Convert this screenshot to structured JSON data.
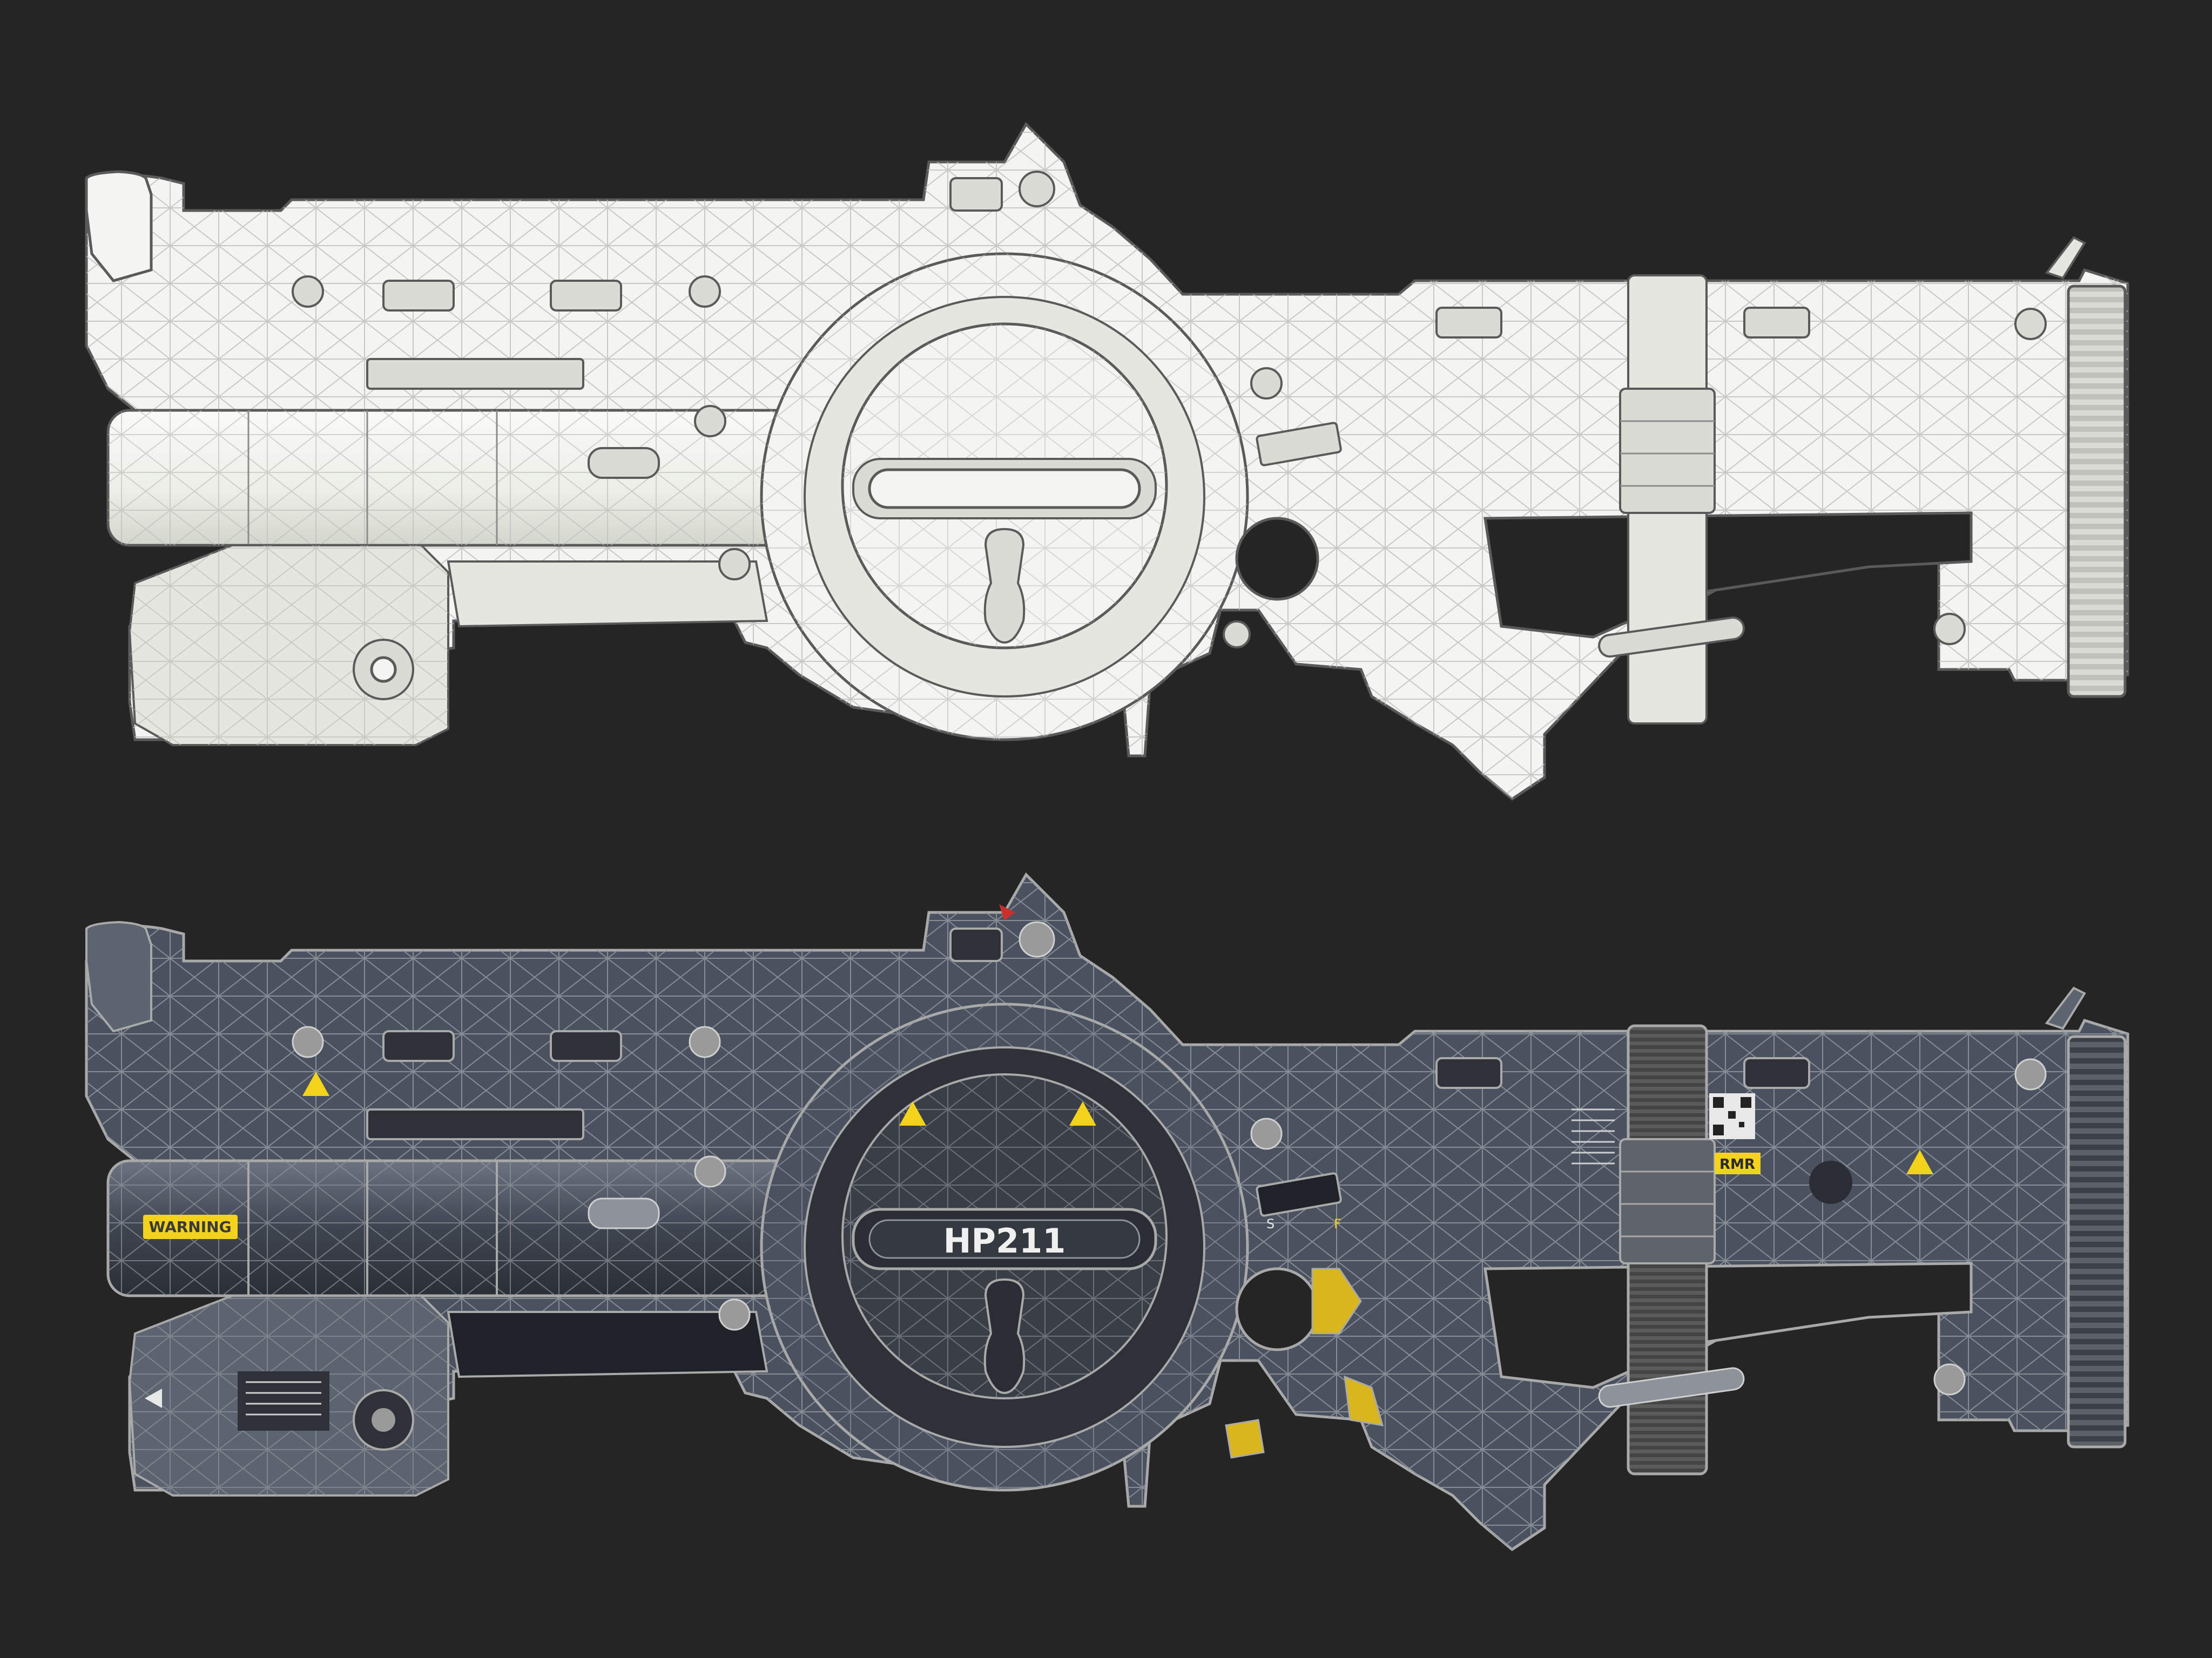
{
  "textured_model": {
    "model_name": "HP211",
    "warning_label": "WARNING",
    "brand_tag": "RMR",
    "selector_safe": "S",
    "selector_fire": "F"
  },
  "colors": {
    "background": "#252525",
    "clay": "#f4f4f2",
    "wireframe": "#8c8c8c",
    "textured_body": "#4a5260",
    "warning_yellow": "#f2d21b",
    "accent_red": "#c8302c"
  }
}
